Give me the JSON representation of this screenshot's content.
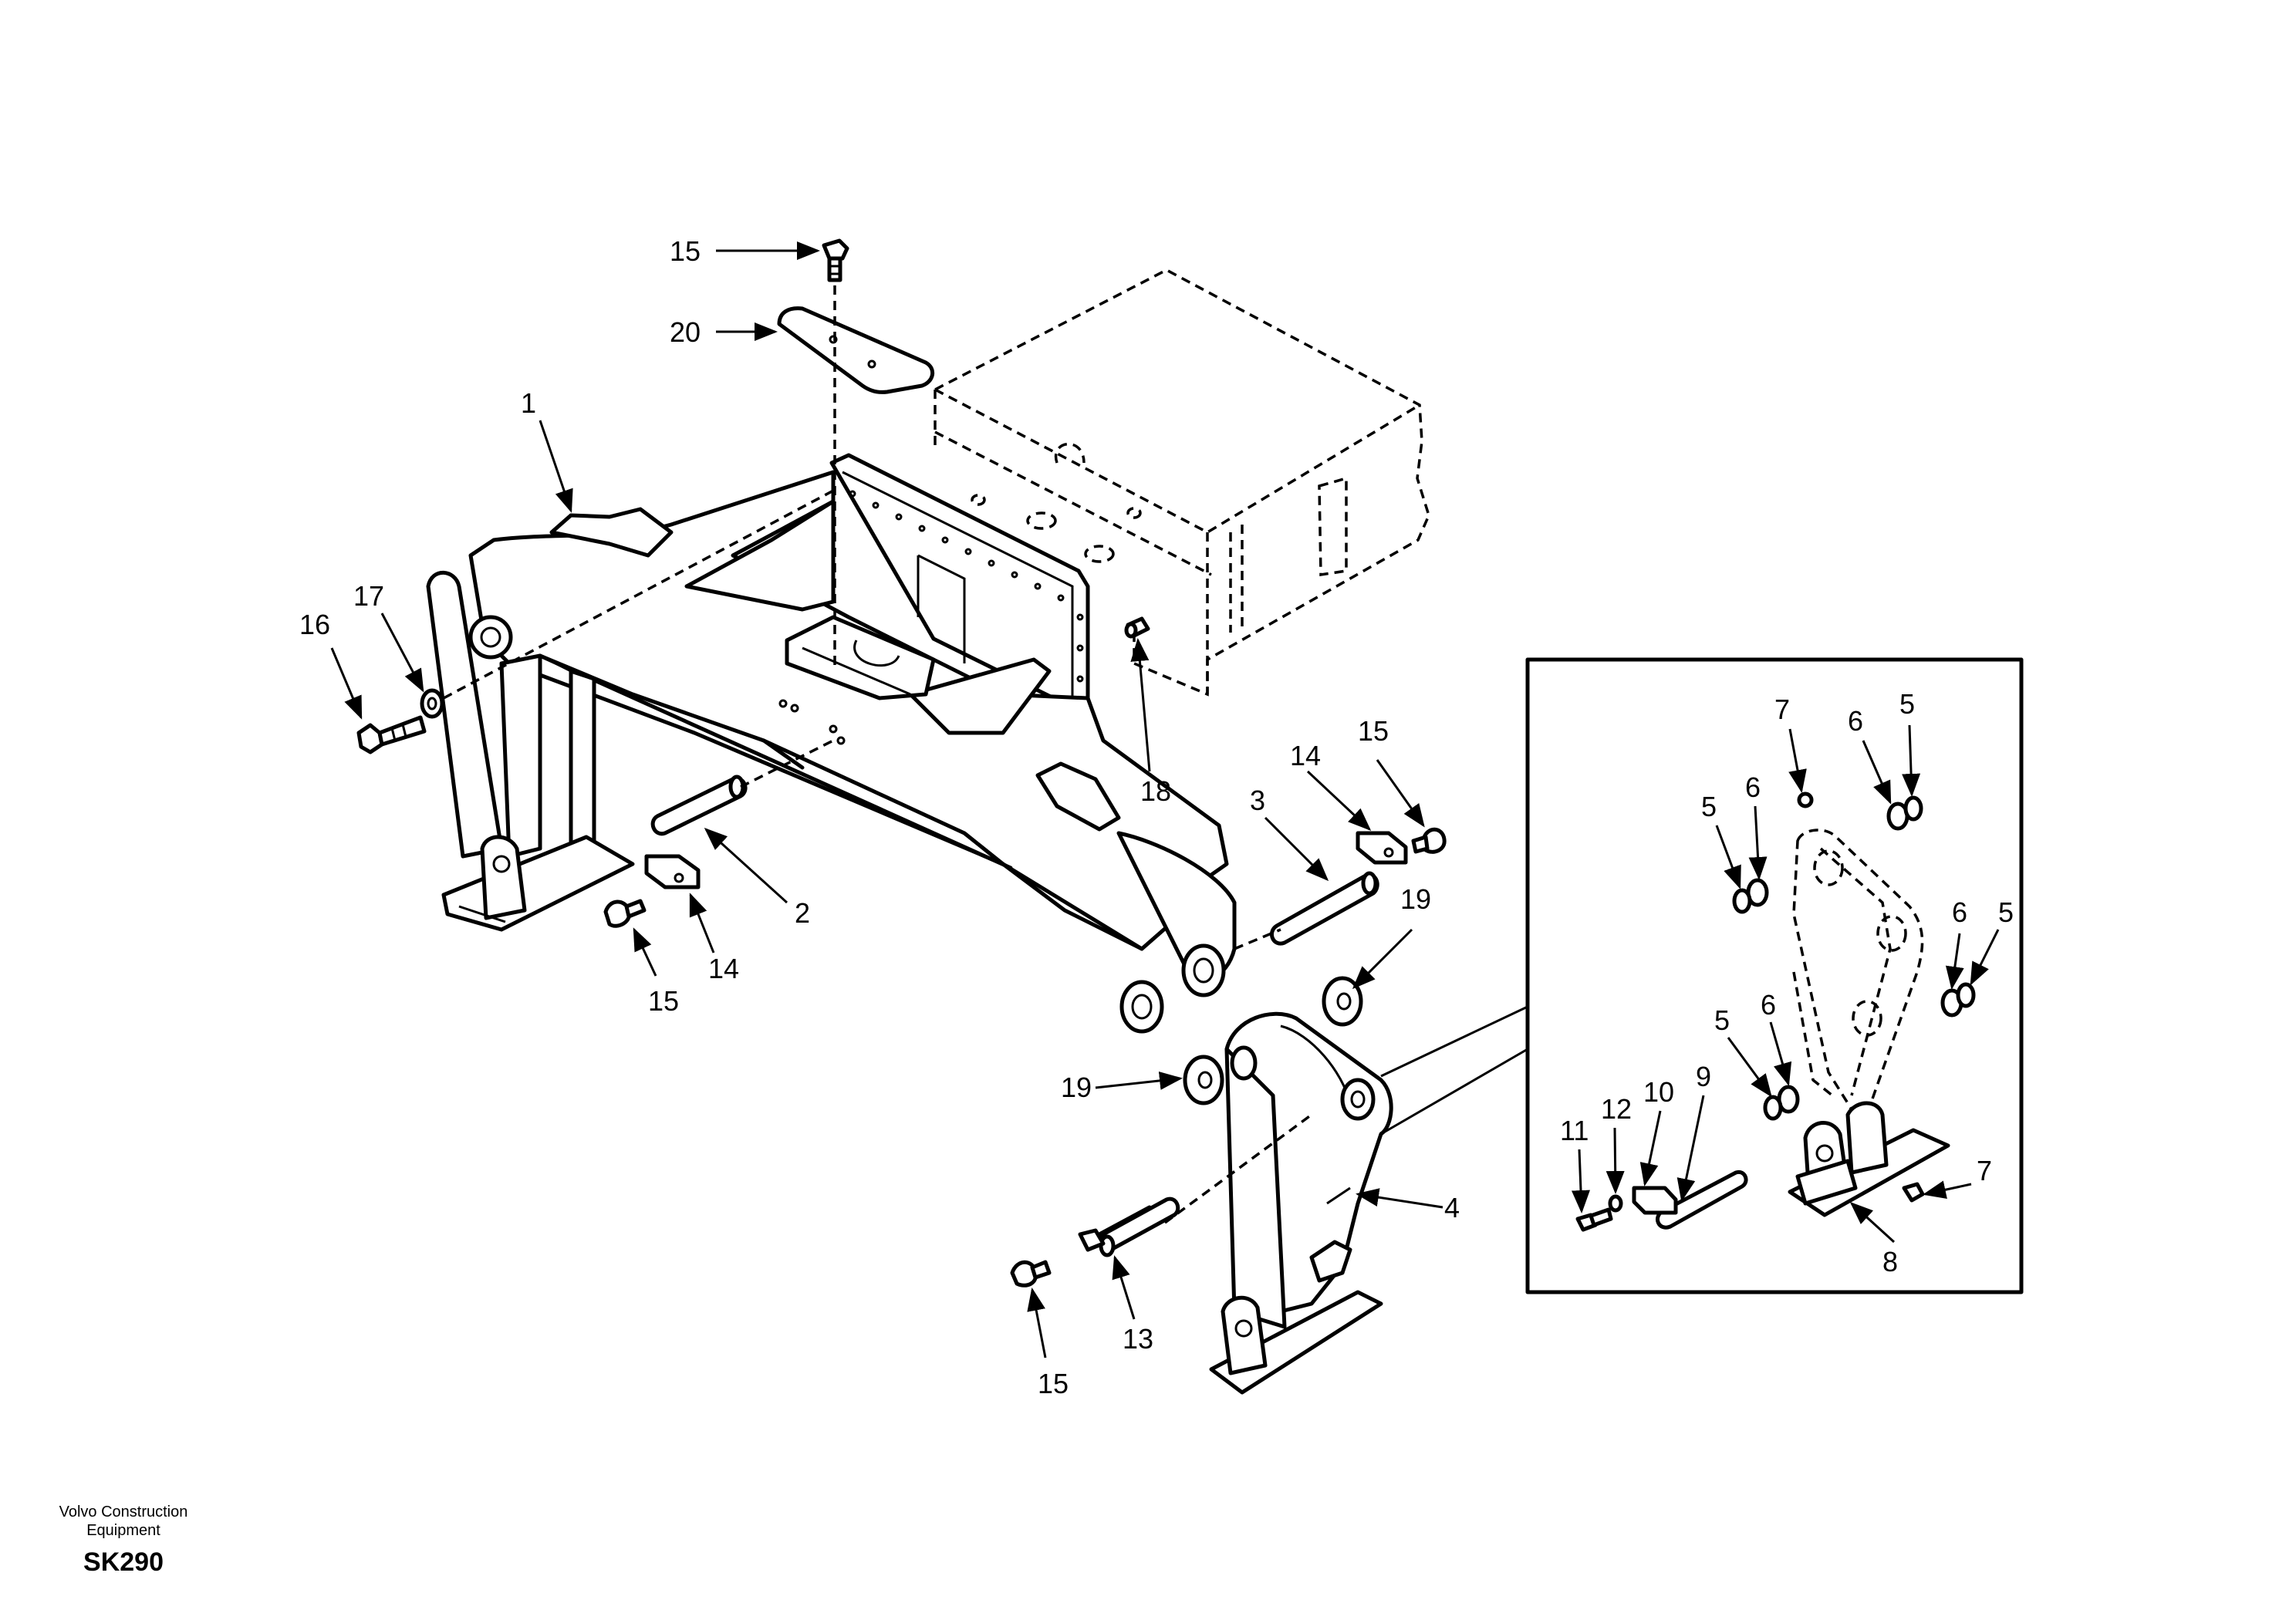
{
  "callouts": {
    "c1": "1",
    "c2": "2",
    "c3": "3",
    "c4": "4",
    "c5a": "5",
    "c5b": "5",
    "c5c": "5",
    "c5d": "5",
    "c6a": "6",
    "c6b": "6",
    "c6c": "6",
    "c6d": "6",
    "c7a": "7",
    "c7b": "7",
    "c8": "8",
    "c9": "9",
    "c10": "10",
    "c11": "11",
    "c12": "12",
    "c13": "13",
    "c14a": "14",
    "c14b": "14",
    "c15a": "15",
    "c15b": "15",
    "c15c": "15",
    "c15d": "15",
    "c16": "16",
    "c17": "17",
    "c18": "18",
    "c19a": "19",
    "c19b": "19",
    "c20": "20"
  },
  "footer": {
    "brand_line1": "Volvo Construction",
    "brand_line2": "Equipment",
    "code": "SK290"
  }
}
